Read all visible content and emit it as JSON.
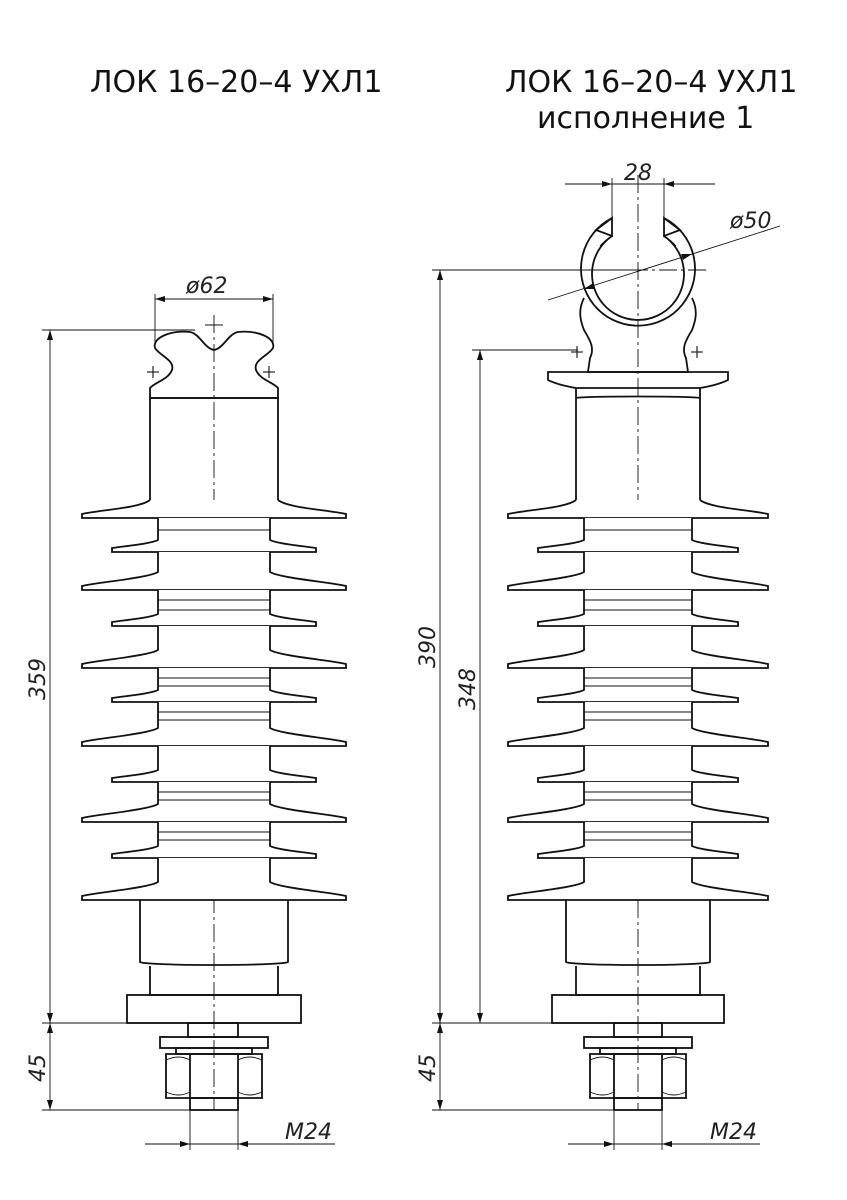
{
  "left_title": "ЛОК 16–20–4 УХЛ1",
  "right_title_line1": "ЛОК 16–20–4 УХЛ1",
  "right_title_line2": "исполнение 1",
  "dims": {
    "left_top_diameter": "ø62",
    "left_height": "359",
    "left_base": "45",
    "left_thread": "M24",
    "right_slot_width": "28",
    "right_eye_diameter": "ø50",
    "right_total_height": "390",
    "right_inner_height": "348",
    "right_base": "45",
    "right_thread": "M24"
  },
  "colors": {
    "ink": "#111111",
    "background": "#ffffff"
  }
}
